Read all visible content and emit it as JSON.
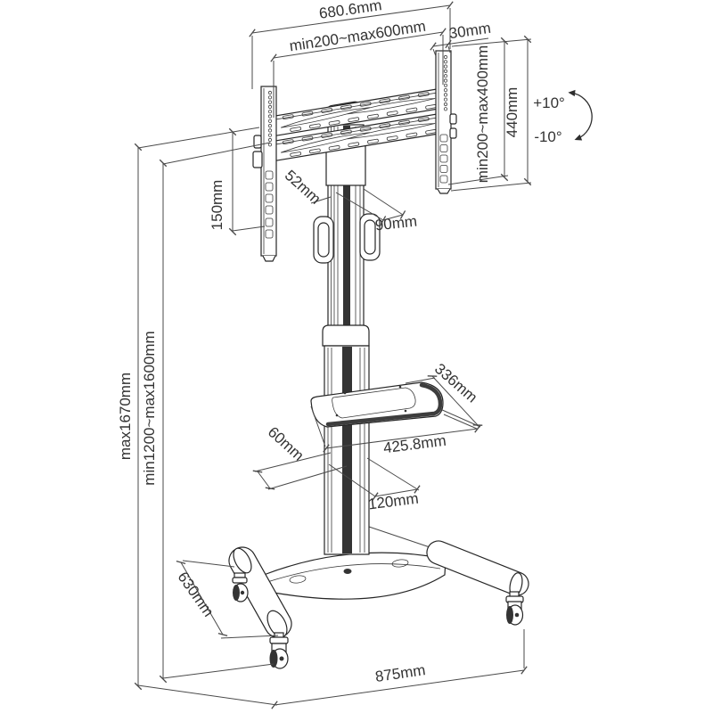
{
  "dims": {
    "overall_width": "680.6mm",
    "vesa_width_range": "min200~max600mm",
    "bracket_depth": "30mm",
    "vesa_height_range": "min200~max400mm",
    "bracket_height": "440mm",
    "tilt_up": "+10°",
    "tilt_down": "-10°",
    "bracket_below_rail": "150mm",
    "upper_column_width": "52mm",
    "column_head_depth": "90mm",
    "overall_height_max": "max1670mm",
    "screen_height_range": "min1200~max1600mm",
    "shelf_depth": "336mm",
    "shelf_width": "425.8mm",
    "column_side_depth": "60mm",
    "lower_column_width": "120mm",
    "leg_length": "630mm",
    "base_width": "875mm"
  }
}
